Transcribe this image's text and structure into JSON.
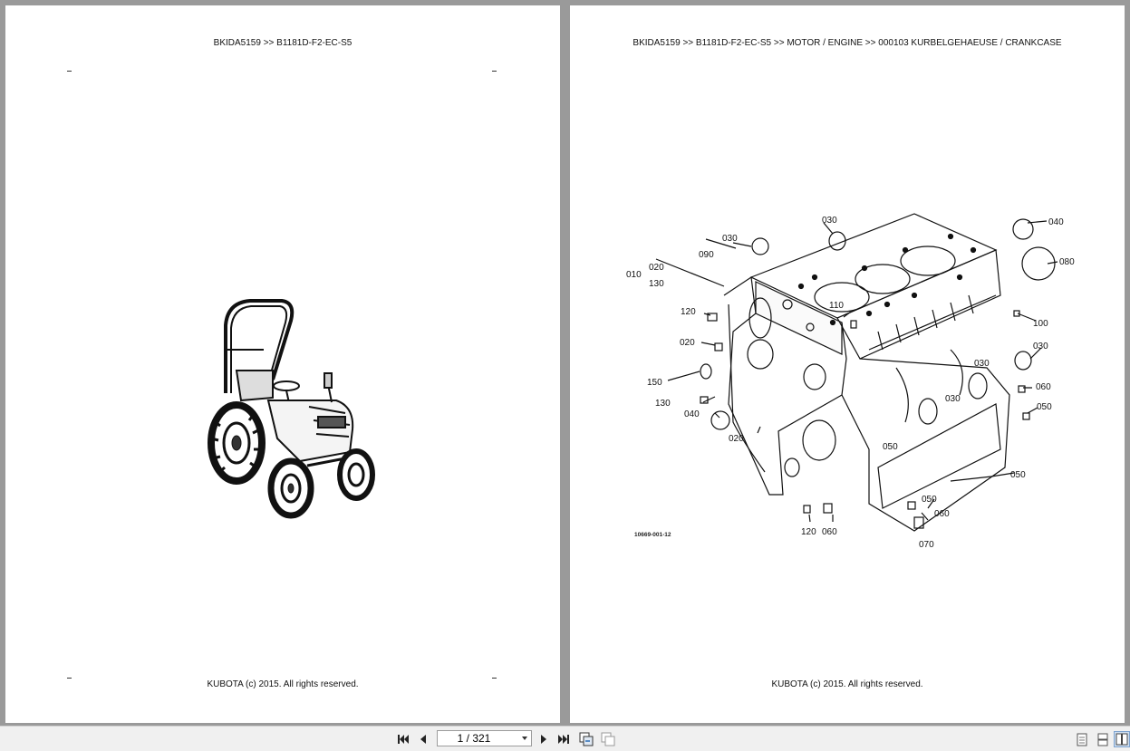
{
  "left_page": {
    "header": "BKIDA5159 >> B1181D-F2-EC-S5",
    "footer": "KUBOTA (c) 2015. All rights reserved."
  },
  "right_page": {
    "header": "BKIDA5159 >> B1181D-F2-EC-S5 >> MOTOR / ENGINE >> 000103   KURBELGEHAEUSE / CRANKCASE",
    "footer": "KUBOTA (c) 2015. All rights reserved.",
    "figure_id": "10669-001-12",
    "callouts": {
      "c030a": "030",
      "c030b": "030",
      "c040a": "040",
      "c090": "090",
      "c020a": "020",
      "c010": "010",
      "c130a": "130",
      "c080": "080",
      "c110": "110",
      "c120a": "120",
      "c100": "100",
      "c020b": "020",
      "c030c": "030",
      "c030d": "030",
      "c150": "150",
      "c060a": "060",
      "c130b": "130",
      "c030e": "030",
      "c050a": "050",
      "c040b": "040",
      "c020c": "020",
      "c050b": "050",
      "c050c": "050",
      "c050d": "050",
      "c060b": "060",
      "c120b": "120",
      "c060c": "060",
      "c070": "070"
    }
  },
  "toolbar": {
    "page_indicator": "1 / 321",
    "icons": [
      "first-page-icon",
      "previous-page-icon",
      "next-page-icon",
      "last-page-icon",
      "fit-page-icon",
      "fit-width-icon",
      "single-page-view-icon",
      "continuous-view-icon",
      "two-page-view-icon"
    ]
  }
}
